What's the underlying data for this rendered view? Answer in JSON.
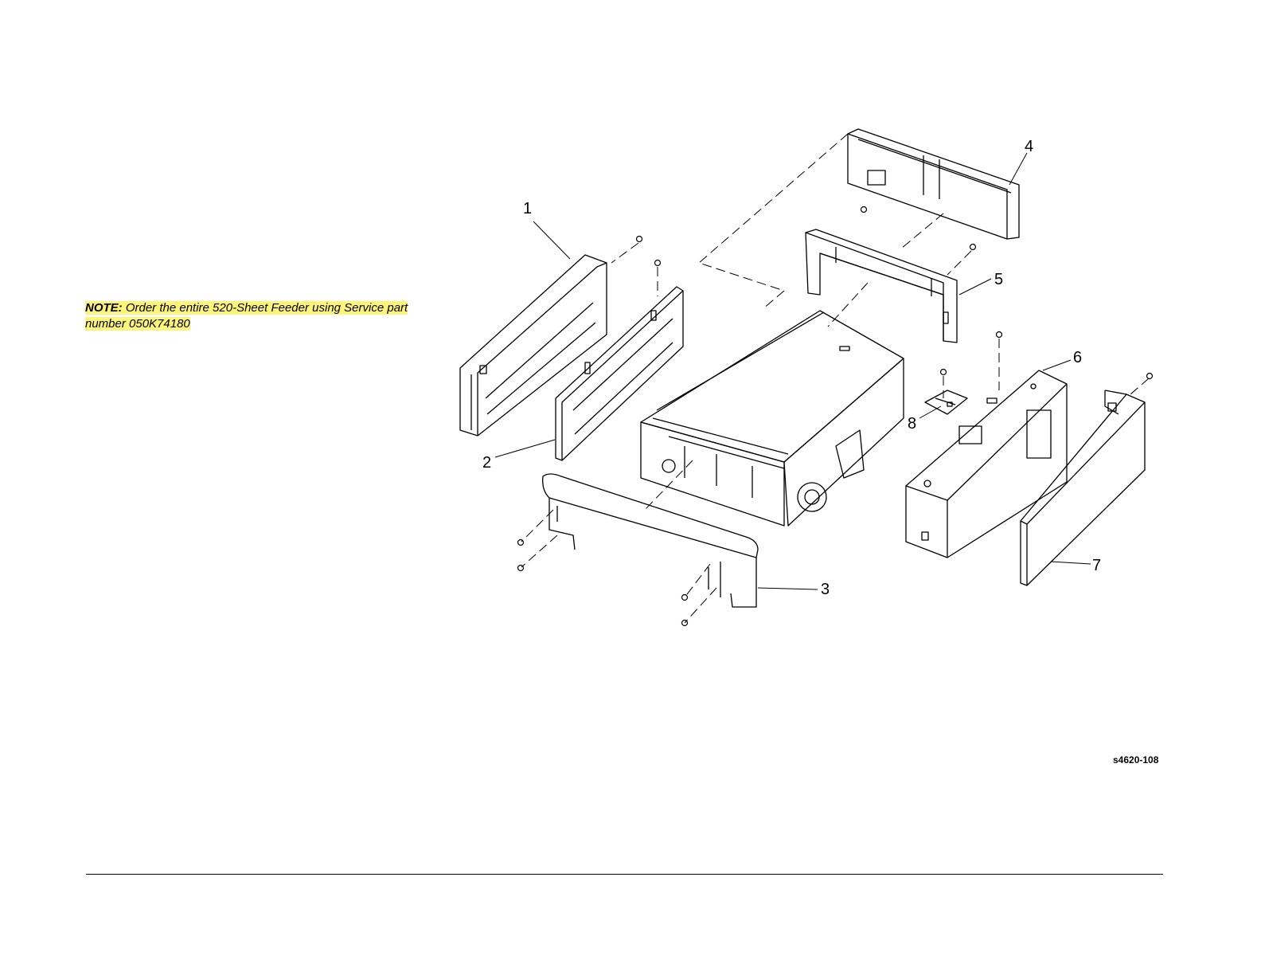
{
  "note": {
    "label": "NOTE:",
    "text": " Order the entire 520-Sheet Feeder using Service part number 050K74180"
  },
  "callouts": {
    "c1": "1",
    "c2": "2",
    "c3": "3",
    "c4": "4",
    "c5": "5",
    "c6": "6",
    "c7": "7",
    "c8": "8"
  },
  "figure_id": "s4620-108",
  "colors": {
    "note_highlight": "#fdf57a"
  }
}
